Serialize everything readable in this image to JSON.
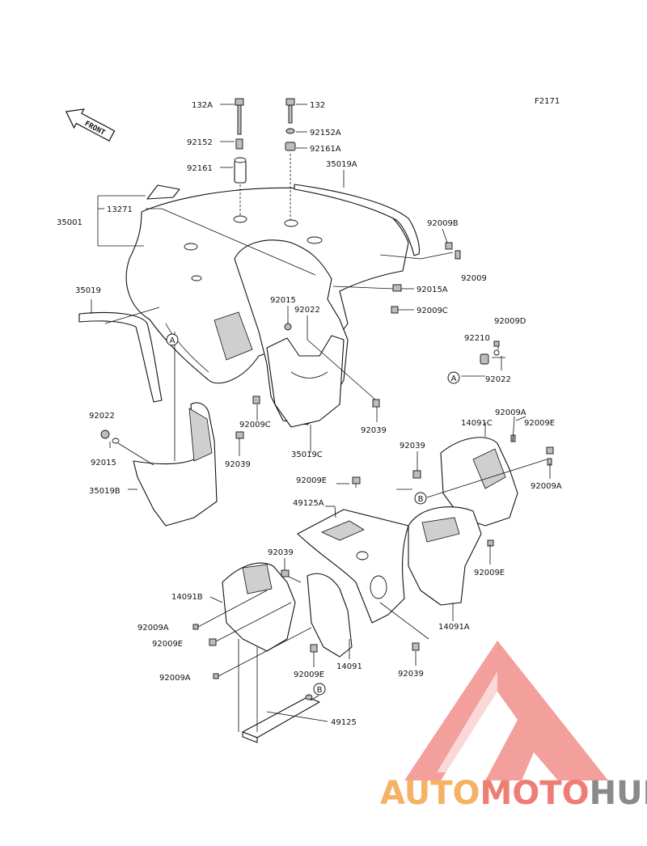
{
  "figure_code": "F2171",
  "front_arrow": {
    "text": "FRONT",
    "icon": "front-direction-arrow"
  },
  "parts": {
    "p132A": "132A",
    "p132": "132",
    "p92152": "92152",
    "p92152A": "92152A",
    "p92161": "92161",
    "p92161A": "92161A",
    "p35019A": "35019A",
    "p13271": "13271",
    "p35001": "35001",
    "p92009B": "92009B",
    "p92009": "92009",
    "p92015A": "92015A",
    "p92015": "92015",
    "p92022a": "92022",
    "p92009C_r": "92009C",
    "p35019": "35019",
    "p92009D": "92009D",
    "p92210": "92210",
    "p92022b": "92022",
    "p92009C_m": "92009C",
    "p92039a": "92039",
    "p35019C": "35019C",
    "p92022c": "92022",
    "p92015b": "92015",
    "p92039b": "92039",
    "p35019B": "35019B",
    "p92009A_r1": "92009A",
    "p14091C": "14091C",
    "p92009E_r1": "92009E",
    "p92039c": "92039",
    "p92009E_m": "92009E",
    "p92009A_r2": "92009A",
    "p49125A": "49125A",
    "p92009E_r2": "92009E",
    "p92039d": "92039",
    "p14091B": "14091B",
    "p14091A": "14091A",
    "p92009A_l1": "92009A",
    "p92009E_l1": "92009E",
    "p92009A_l2": "92009A",
    "p92009E_l2": "92009E",
    "p14091": "14091",
    "p92039e": "92039",
    "p49125": "49125"
  },
  "callouts": {
    "a": "A",
    "b": "B"
  },
  "watermark": {
    "part1": "AUTO",
    "part2": "MOTO",
    "part3": "HUB",
    "color1": "#f5b264",
    "color2": "#ee7d74",
    "color3": "#8a8a8a",
    "icon": "triangle-logo-icon"
  }
}
